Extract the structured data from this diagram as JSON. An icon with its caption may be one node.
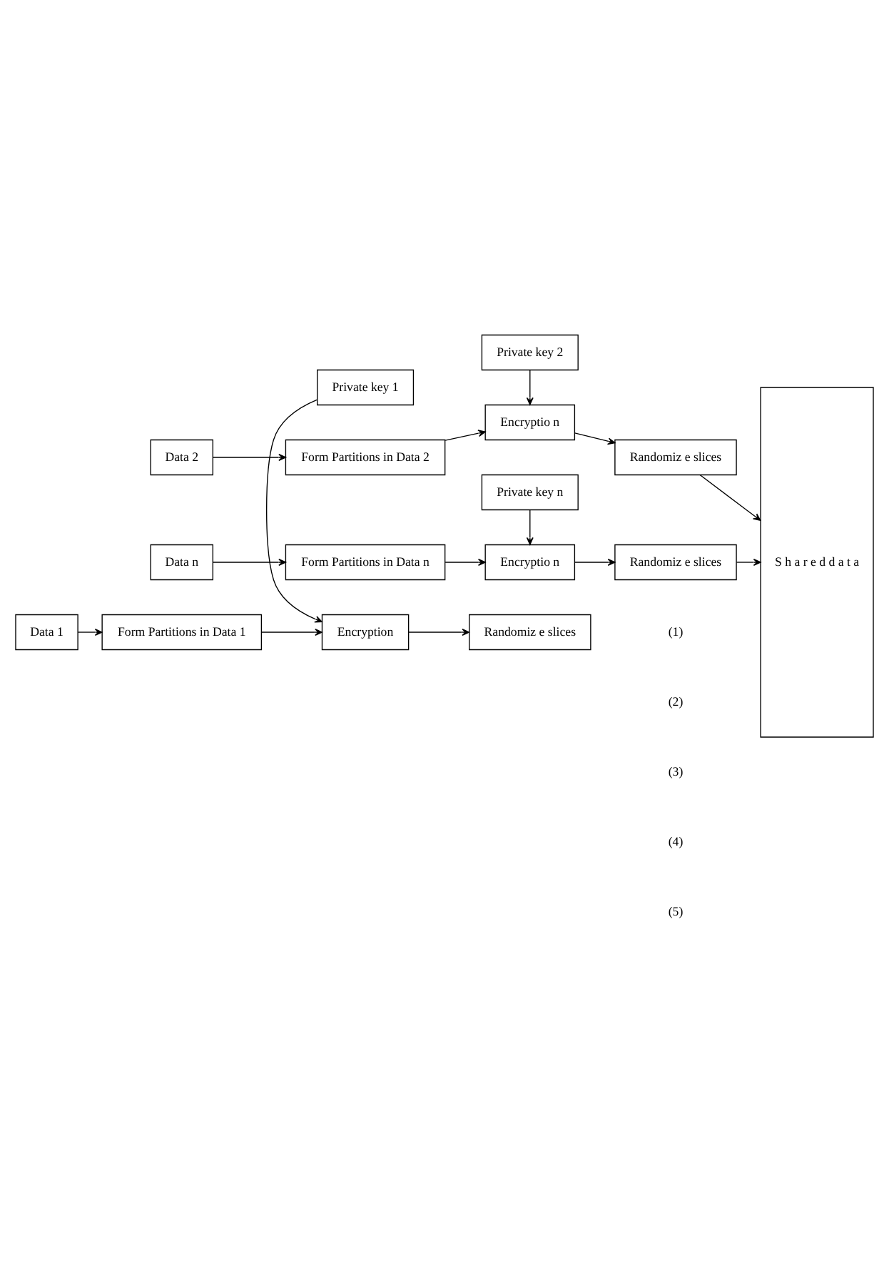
{
  "diagram": {
    "nodes": [
      {
        "text": [
          "Private key 1"
        ]
      },
      {
        "text": [
          "Data 1"
        ]
      },
      {
        "text": [
          "Form Partitions in Data 1"
        ]
      },
      {
        "text": [
          "Encryption"
        ]
      },
      {
        "text": [
          "Randomiz e slices"
        ]
      },
      {
        "text": [
          "S h a r e d d a t a"
        ]
      },
      {
        "text": [
          "Private key 2"
        ]
      },
      {
        "text": [
          "Data 2"
        ]
      },
      {
        "text": [
          "Form Partitions in Data 2"
        ]
      },
      {
        "text": [
          "Encryptio n"
        ]
      },
      {
        "text": [
          "Randomiz e slices"
        ]
      },
      {
        "text": [
          "Private key n"
        ]
      },
      {
        "text": [
          "Data n"
        ]
      },
      {
        "text": [
          "Form Partitions in Data n"
        ]
      },
      {
        "text": [
          "Encryptio n"
        ]
      },
      {
        "text": [
          "Randomiz e slices"
        ]
      }
    ],
    "edges": [
      {
        "from": 0,
        "to": 3,
        "arrow": "to"
      },
      {
        "from": 1,
        "to": 2,
        "arrow": "to"
      },
      {
        "from": 2,
        "to": 3,
        "arrow": "to"
      },
      {
        "from": 3,
        "to": 4,
        "arrow": "to"
      },
      {
        "from": 6,
        "to": 9,
        "arrow": "to"
      },
      {
        "from": 7,
        "to": 8,
        "arrow": "to"
      },
      {
        "from": 8,
        "to": 9,
        "arrow": "to"
      },
      {
        "from": 9,
        "to": 10,
        "arrow": "to"
      },
      {
        "from": 10,
        "to": 5,
        "arrow": "to"
      },
      {
        "from": 11,
        "to": 14,
        "arrow": "to"
      },
      {
        "from": 12,
        "to": 13,
        "arrow": "to"
      },
      {
        "from": 13,
        "to": 14,
        "arrow": "to"
      },
      {
        "from": 14,
        "to": 15,
        "arrow": "to"
      },
      {
        "from": 15,
        "to": 5,
        "arrow": "to"
      }
    ],
    "labels": [
      "(1)",
      "(2)",
      "(3)",
      "(4)",
      "(5)"
    ]
  }
}
